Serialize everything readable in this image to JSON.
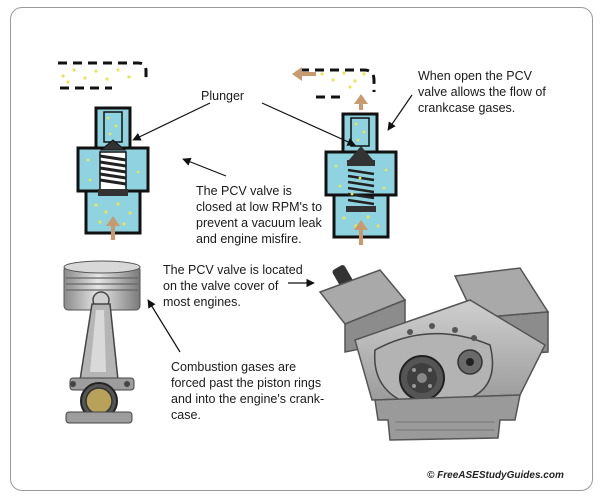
{
  "labels": {
    "plunger": "Plunger",
    "open_note": [
      "When open the PCV",
      "valve allows the flow of",
      "crankcase gases."
    ],
    "closed_note": [
      "The PCV valve is",
      "closed at low RPM's to",
      "prevent a vacuum leak",
      "and engine misfire."
    ],
    "location_note": [
      "The PCV valve is located",
      "on the valve cover of",
      "most engines."
    ],
    "combustion_note": [
      "Combustion gases are",
      "forced past the piston rings",
      "and into the engine's crank-",
      "case."
    ]
  },
  "copyright": "© FreeASEStudyGuides.com",
  "colors": {
    "valve_fill": "#8fd3e0",
    "spring_dark": "#333333",
    "gas_dots": "#e8e55a",
    "flow_arrow": "#c99a6e"
  }
}
